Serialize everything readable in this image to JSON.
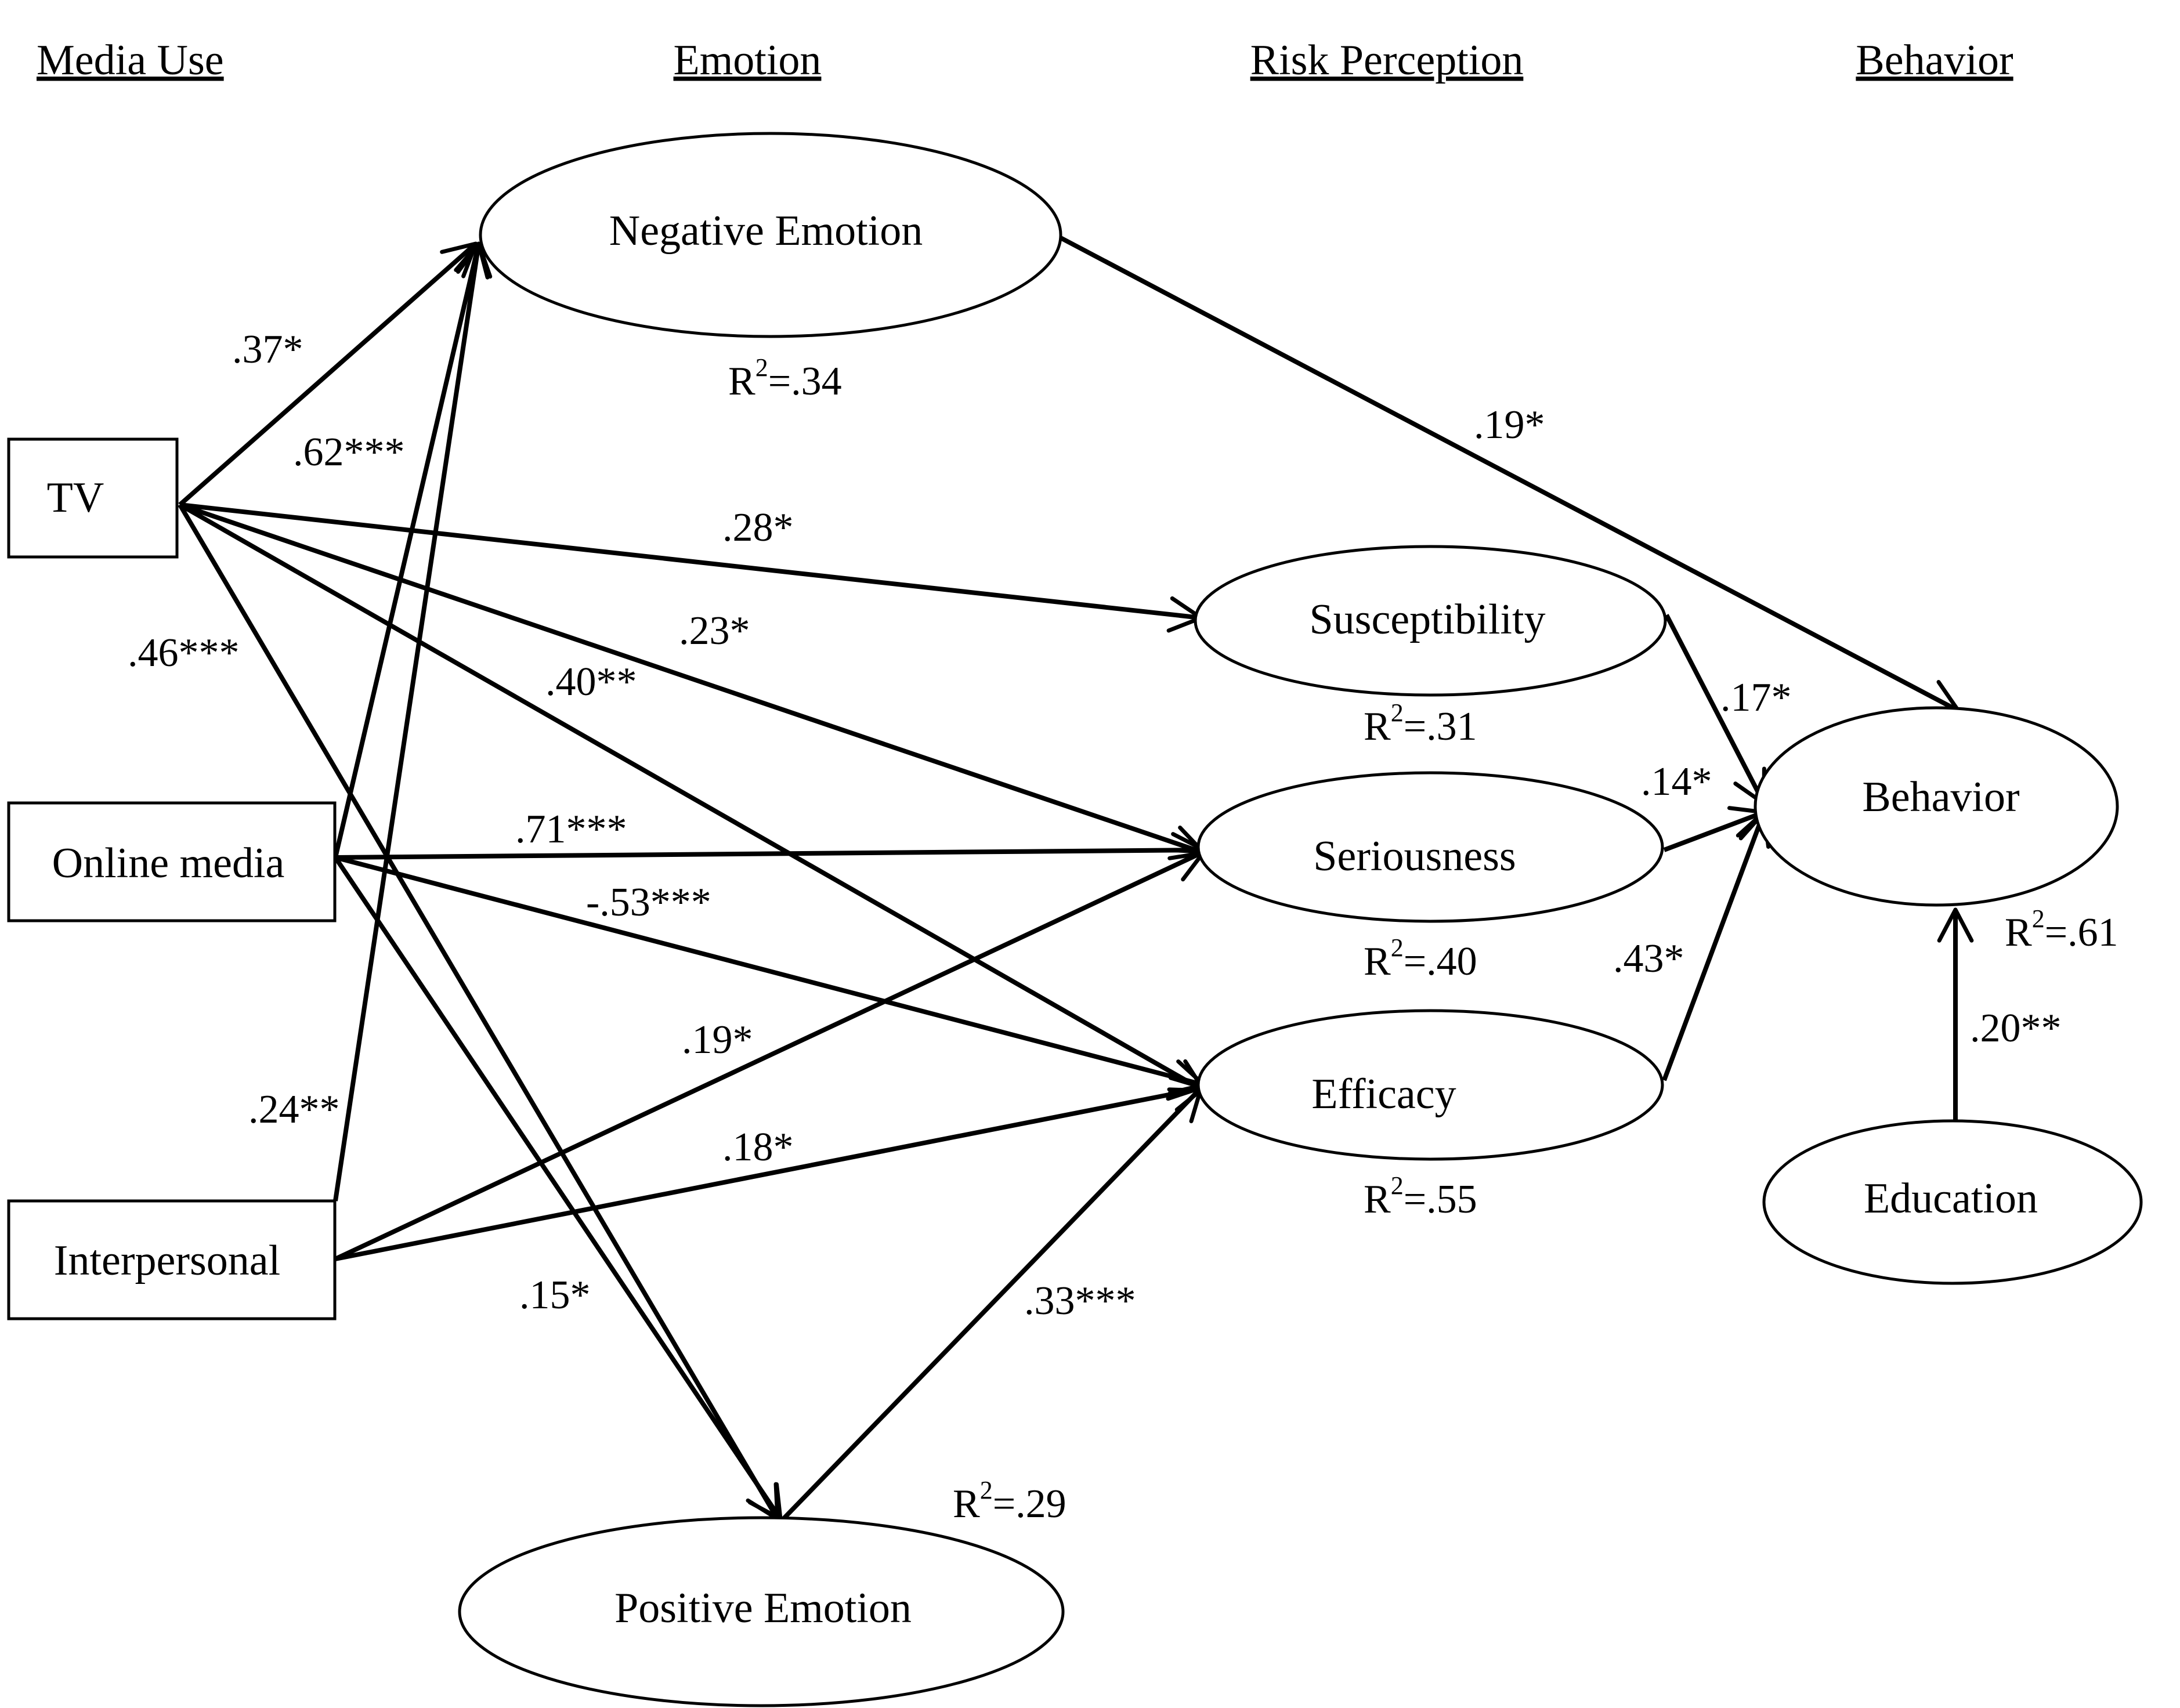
{
  "headers": {
    "media_use": "Media Use",
    "emotion": "Emotion",
    "risk_perception": "Risk Perception",
    "behavior": "Behavior"
  },
  "nodes": {
    "tv": {
      "label": "TV"
    },
    "online_media": {
      "label": "Online media"
    },
    "interpersonal": {
      "label": "Interpersonal"
    },
    "negative_emotion": {
      "label": "Negative Emotion",
      "r2": "=.34"
    },
    "positive_emotion": {
      "label": "Positive Emotion",
      "r2": "=.29"
    },
    "susceptibility": {
      "label": "Susceptibility",
      "r2": "=.31"
    },
    "seriousness": {
      "label": "Seriousness",
      "r2": "=.40"
    },
    "efficacy": {
      "label": "Efficacy",
      "r2": "=.55"
    },
    "behavior": {
      "label": "Behavior",
      "r2": "=.61"
    },
    "education": {
      "label": "Education"
    }
  },
  "r2_label": {
    "letter": "R",
    "exponent": "2"
  },
  "paths": [
    {
      "from": "tv",
      "to": "negative_emotion",
      "coef": ".37*"
    },
    {
      "from": "tv",
      "to": "susceptibility",
      "coef": ".28*"
    },
    {
      "from": "tv",
      "to": "seriousness",
      "coef": ".23*"
    },
    {
      "from": "tv",
      "to": "efficacy",
      "coef": ".40**"
    },
    {
      "from": "tv",
      "to": "positive_emotion",
      "coef": ".46***"
    },
    {
      "from": "online_media",
      "to": "negative_emotion",
      "coef": ".62***"
    },
    {
      "from": "online_media",
      "to": "seriousness",
      "coef": ".71***"
    },
    {
      "from": "online_media",
      "to": "efficacy",
      "coef": "-.53***"
    },
    {
      "from": "online_media",
      "to": "positive_emotion",
      "coef": ".15*"
    },
    {
      "from": "interpersonal",
      "to": "negative_emotion",
      "coef": ".24**"
    },
    {
      "from": "interpersonal",
      "to": "seriousness",
      "coef": ".19*"
    },
    {
      "from": "interpersonal",
      "to": "efficacy",
      "coef": ".18*"
    },
    {
      "from": "positive_emotion",
      "to": "efficacy",
      "coef": ".33***"
    },
    {
      "from": "negative_emotion",
      "to": "behavior",
      "coef": ".19*"
    },
    {
      "from": "susceptibility",
      "to": "behavior",
      "coef": ".17*"
    },
    {
      "from": "seriousness",
      "to": "behavior",
      "coef": ".14*"
    },
    {
      "from": "efficacy",
      "to": "behavior",
      "coef": ".43*"
    },
    {
      "from": "education",
      "to": "behavior",
      "coef": ".20**"
    }
  ]
}
